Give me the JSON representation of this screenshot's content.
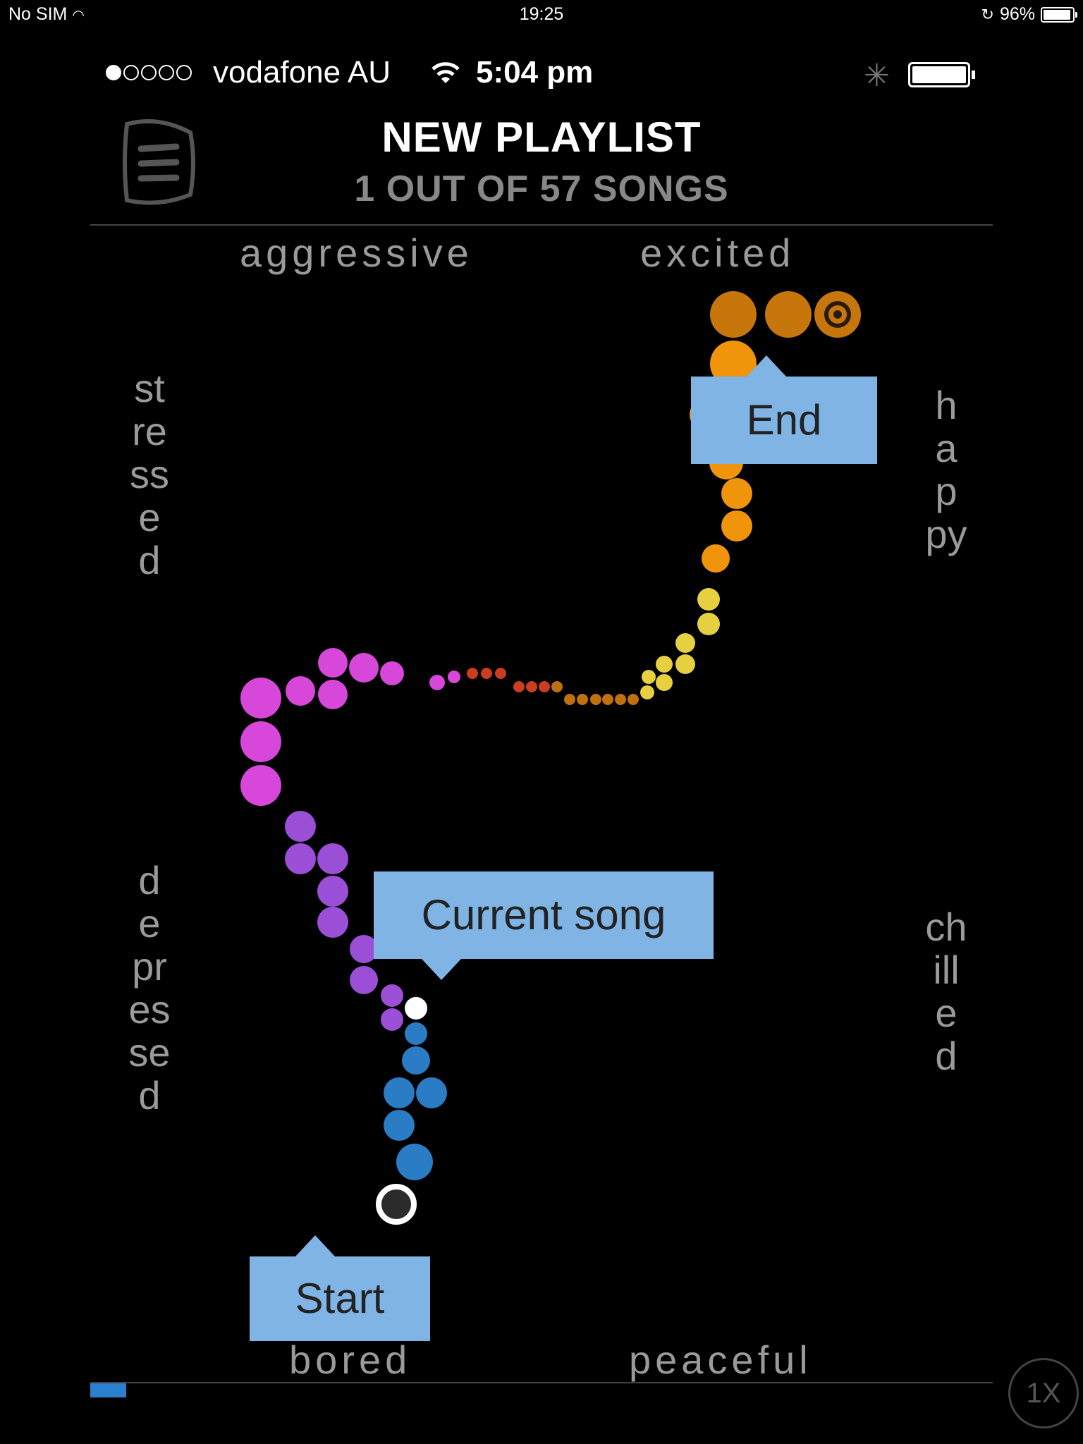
{
  "ios_status": {
    "carrier": "No SIM",
    "time": "19:25",
    "battery": "96%"
  },
  "phone_status": {
    "carrier": "vodafone AU",
    "time": "5:04 pm"
  },
  "header": {
    "title": "NEW PLAYLIST",
    "subtitle": "1 OUT OF 57 SONGS"
  },
  "moods": {
    "top_left": "aggressive",
    "top_right": "excited",
    "left_top": "stressed",
    "left_bottom": "depressed",
    "right_top": "happy",
    "right_bottom": "chilled",
    "bottom_left": "bored",
    "bottom_right": "peaceful"
  },
  "callouts": {
    "end": "End",
    "current": "Current song",
    "start": "Start"
  },
  "playback": {
    "speed": "1X",
    "progress": 0.04
  },
  "path_colors": {
    "blue": "#2a7cc4",
    "purple": "#9a4fd6",
    "magenta": "#d747d9",
    "red": "#cc3c1f",
    "darkorange": "#c07010",
    "yellow": "#e6d040",
    "orange": "#f0940c",
    "deeporange": "#c7760c"
  }
}
